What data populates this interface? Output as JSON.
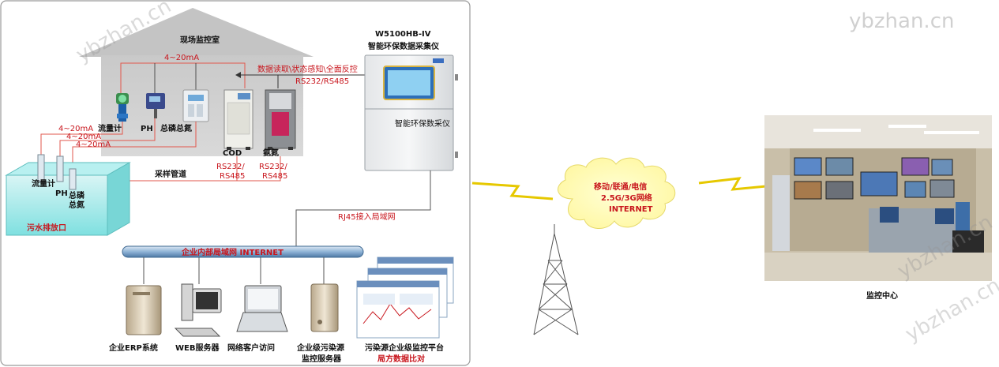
{
  "watermark": "ybzhan.cn",
  "labels": {
    "monitor_room": "现场监控室",
    "device_model": "W5100HB-IV",
    "device_name": "智能环保数据采集仪",
    "device_screen_caption": "智能环保数采仪",
    "signal_4_20_top": "4~20mA",
    "control_text": "数据读取\\状态感知\\全面反控",
    "rs_top": "RS232/RS485",
    "flowmeter": "流量计",
    "ph": "PH",
    "tp_tn": "总磷总氮",
    "cod": "COD",
    "ammonia": "氨氮",
    "signal_a": "4~20mA",
    "signal_b": "4~20mA",
    "signal_c": "4~20mA",
    "rs_cod_1": "RS232/",
    "rs_cod_2": "RS485",
    "rs_nh_1": "RS232/",
    "rs_nh_2": "RS485",
    "sampling_pipe": "采样管道",
    "tank_flow": "流量计",
    "tank_ph": "PH",
    "tank_tp1": "总磷",
    "tank_tp2": "总氮",
    "outlet": "污水排放口",
    "rj45": "RJ45接入局域网",
    "lan": "企业内部局域网      INTERNET",
    "erp": "企业ERP系统",
    "web": "WEB服务器",
    "client": "网络客户访问",
    "server1": "企业级污染源",
    "server2": "监控服务器",
    "platform1": "污染源企业级监控平台",
    "platform2": "局方数据比对",
    "cloud1": "移动/联通/电信",
    "cloud2": "2.5G/3G网络",
    "cloud3": "INTERNET",
    "monitor_center": "监控中心"
  }
}
